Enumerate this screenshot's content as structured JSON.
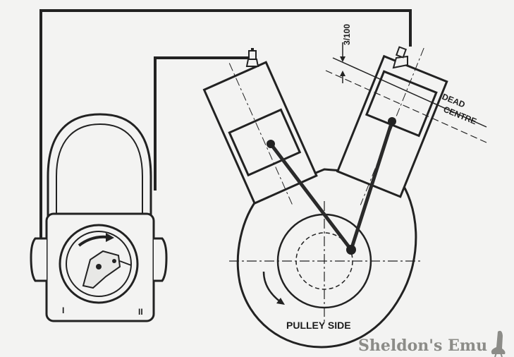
{
  "labels": {
    "gap": "3/100",
    "dead_centre_line1": "DEAD",
    "dead_centre_line2": "CENTRE",
    "pulley_side": "PULLEY SIDE",
    "contact_1": "I",
    "contact_2": "II"
  },
  "watermark": {
    "text": "Sheldon's Emu",
    "logo": "emu-logo"
  },
  "colors": {
    "paper": "#f3f3f2",
    "ink": "#222222",
    "watermark": "#8c8c88"
  }
}
